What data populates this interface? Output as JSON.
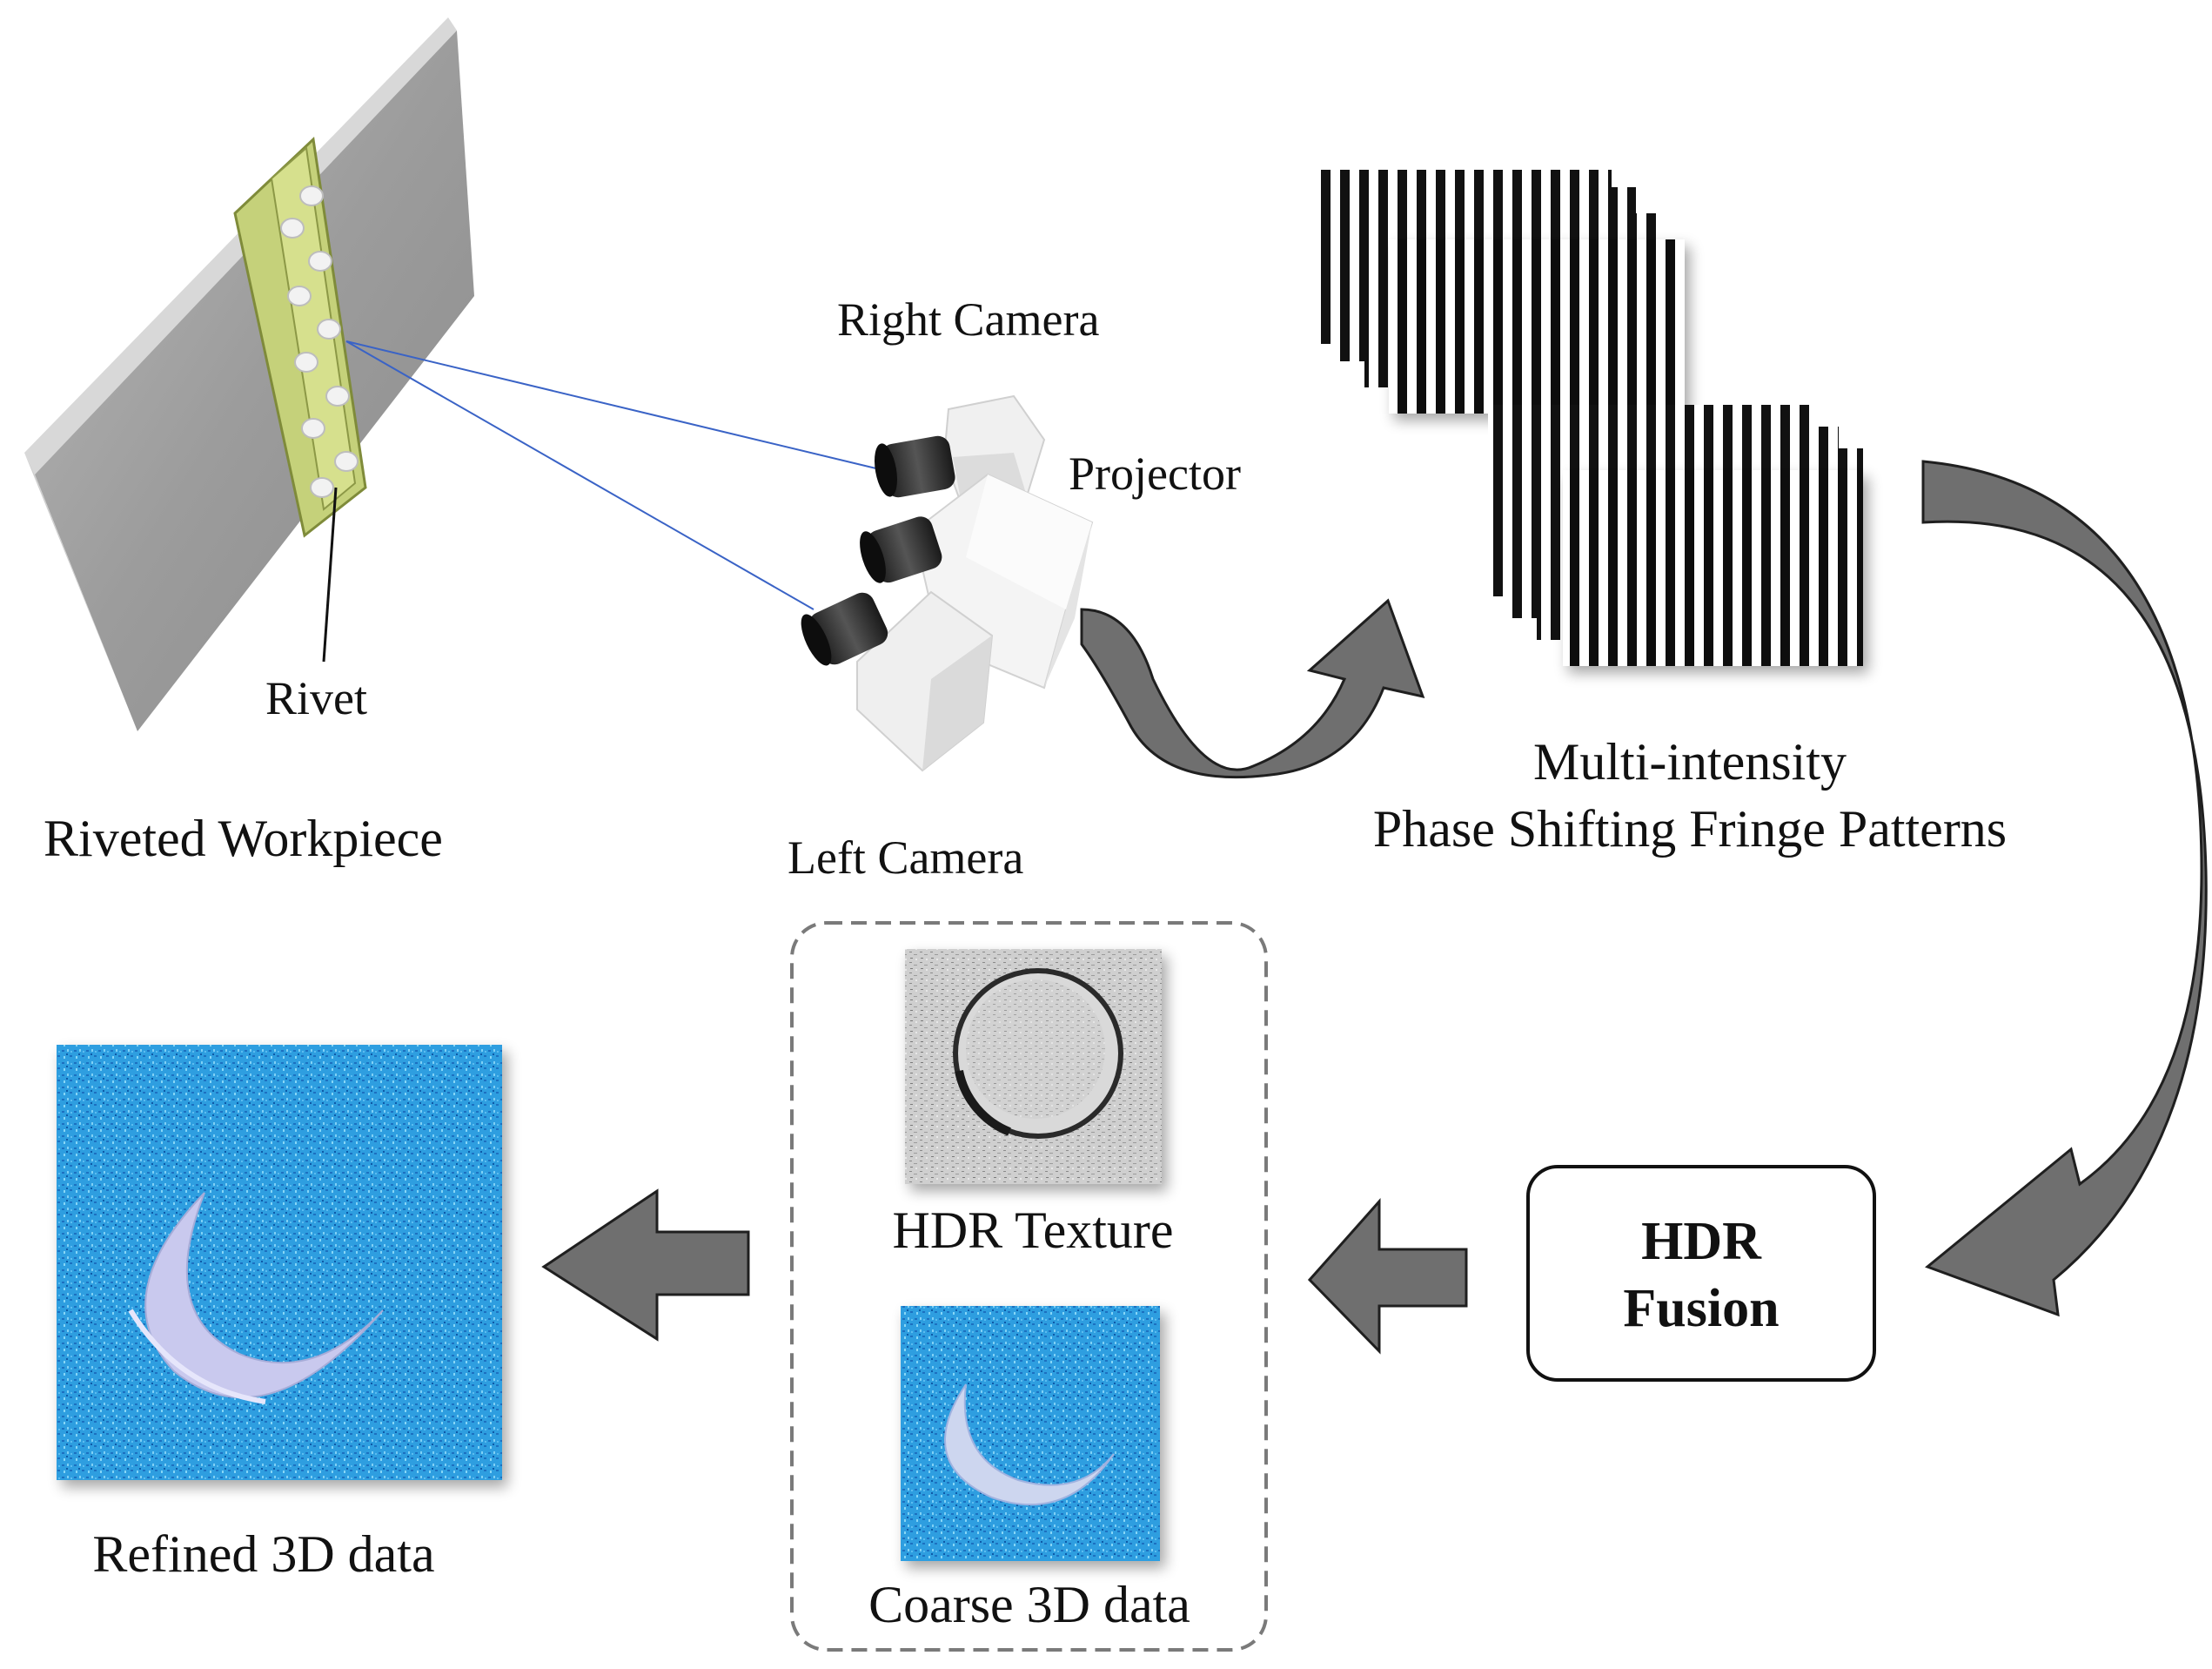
{
  "labels": {
    "rivet": "Rivet",
    "riveted_workpiece": "Riveted Workpiece",
    "right_camera": "Right Camera",
    "projector": "Projector",
    "left_camera": "Left Camera",
    "patterns_line1": "Multi-intensity",
    "patterns_line2": "Phase Shifting Fringe Patterns",
    "fusion_line1": "HDR",
    "fusion_line2": "Fusion",
    "hdr_texture": "HDR Texture",
    "coarse_3d": "Coarse 3D data",
    "refined_3d": "Refined 3D data"
  },
  "colors": {
    "arrow_fill": "#6f6f6f",
    "arrow_stroke": "#1f1f1f",
    "point_cloud_blue": "#2f9ee0",
    "laser_line": "#3a63c6",
    "rail_green": "#c5d17a",
    "plate_gray": "#9a9a9a",
    "dashed_border": "#7a7a7a"
  },
  "icons": [
    "workpiece-icon",
    "camera-projector-icon",
    "fringe-pattern-icon",
    "texture-image-icon",
    "point-cloud-icon"
  ]
}
